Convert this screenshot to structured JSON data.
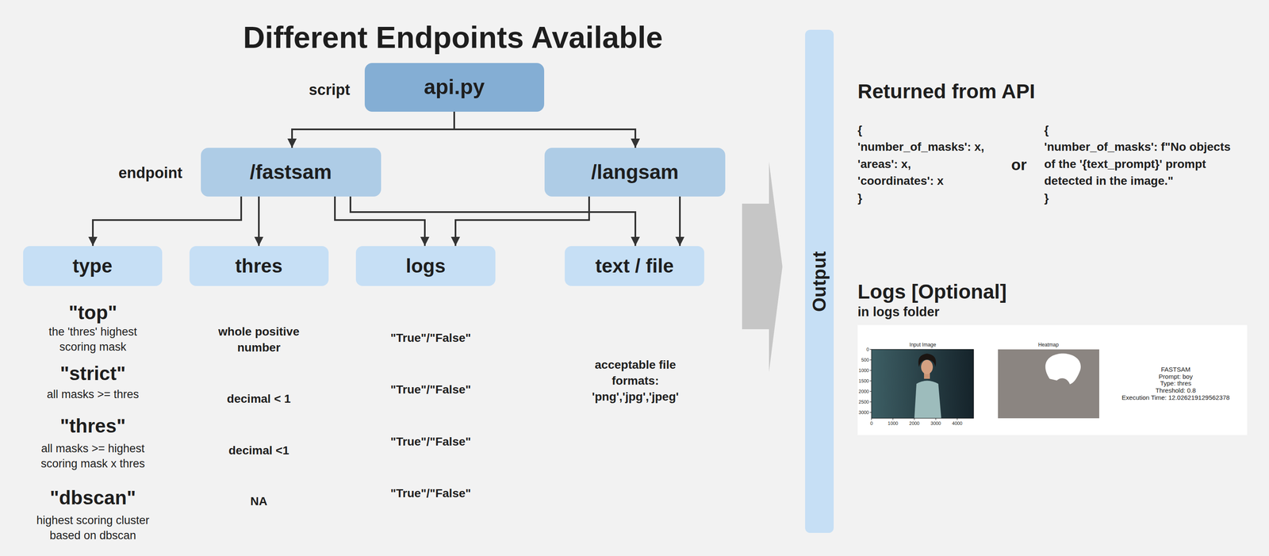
{
  "diagram": {
    "title": "Different Endpoints Available",
    "nodes": [
      {
        "text": [
          "api.py"
        ]
      },
      {
        "text": [
          "/fastsam"
        ]
      },
      {
        "text": [
          "/langsam"
        ]
      },
      {
        "text": [
          "type"
        ]
      },
      {
        "text": [
          "thres"
        ]
      },
      {
        "text": [
          "logs"
        ]
      },
      {
        "text": [
          "text / file"
        ]
      },
      {
        "text": [
          "Output"
        ]
      }
    ],
    "edges": [
      {
        "from": 0,
        "to": 1,
        "arrow": "to"
      },
      {
        "from": 0,
        "to": 2,
        "arrow": "to"
      },
      {
        "from": 1,
        "to": 3,
        "arrow": "to"
      },
      {
        "from": 1,
        "to": 4,
        "arrow": "to"
      },
      {
        "from": 1,
        "to": 5,
        "arrow": "to"
      },
      {
        "from": 1,
        "to": 6,
        "arrow": "to"
      },
      {
        "from": 2,
        "to": 5,
        "arrow": "to"
      },
      {
        "from": 2,
        "to": 6,
        "arrow": "to"
      }
    ],
    "labels": [
      "script",
      "endpoint",
      "\"top\"",
      "the 'thres' highest scoring mask",
      "\"strict\"",
      "all masks >= thres",
      "\"thres\"",
      "all masks >= highest scoring mask x thres",
      "\"dbscan\"",
      "highest scoring cluster based on dbscan",
      "whole positive number",
      "decimal < 1",
      "decimal <1",
      "NA",
      "\"True\"/\"False\"",
      "\"True\"/\"False\"",
      "\"True\"/\"False\"",
      "\"True\"/\"False\"",
      "acceptable file formats: 'png','jpg','jpeg'",
      "Returned from API",
      "{",
      "'number_of_masks': x,",
      "'areas': x,",
      "'coordinates': x",
      "}",
      "or",
      "{",
      "'number_of_masks': f\"No objects",
      "of the '{text_prompt}' prompt",
      "detected in the image.\"",
      "}",
      "Logs [Optional]",
      "in logs folder",
      "Input Image",
      "0",
      "500",
      "1000",
      "1500",
      "2000",
      "2500",
      "3000",
      "0",
      "1000",
      "2000",
      "3000",
      "4000",
      "Heatmap",
      "FASTSAM",
      "Prompt: boy",
      "Type: thres",
      "Threshold: 0.8",
      "Execution Time: 12.026219129562378"
    ]
  }
}
